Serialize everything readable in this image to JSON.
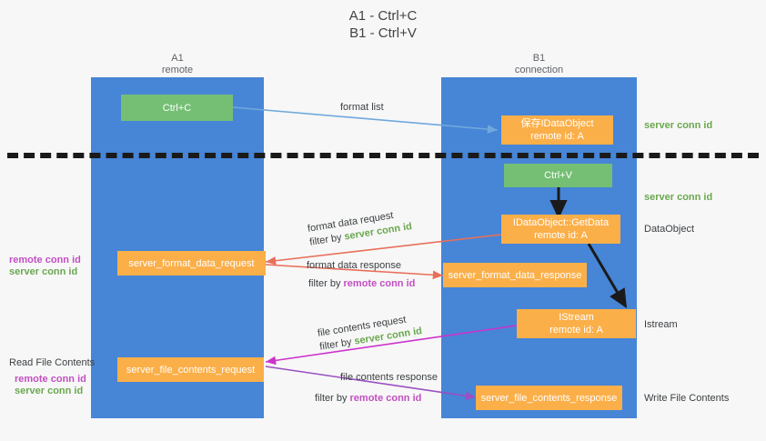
{
  "title": "A1 - Ctrl+C\nB1 - Ctrl+V",
  "columns": {
    "left": {
      "name": "A1",
      "sub": "remote",
      "label": "A1\nremote"
    },
    "right": {
      "name": "B1",
      "sub": "connection",
      "label": "B1\nconnection"
    }
  },
  "colors": {
    "lane": "#4785d6",
    "box_orange": "#fbaf49",
    "box_green": "#74bf74",
    "server_conn_id": "#6aa84f",
    "remote_conn_id": "#c24fc2",
    "arrow_blue": "#6fa8dc",
    "arrow_red": "#e8705a",
    "arrow_magenta": "#cc33cc",
    "arrow_purple": "#9a4fc2",
    "arrow_black": "#1a1a1a",
    "divider": "#1a1a1a"
  },
  "boxes": {
    "ctrl_c": {
      "label": "Ctrl+C",
      "kind": "green"
    },
    "ctrl_v": {
      "label": "Ctrl+V",
      "kind": "green"
    },
    "set_dataobject": {
      "label": "保存IDataObject\nremote id: A",
      "kind": "orange"
    },
    "get_data": {
      "label": "IDataObject::GetData\nremote id: A",
      "kind": "orange"
    },
    "istream": {
      "label": "IStream\nremote id: A",
      "kind": "orange"
    },
    "server_format_data_request": {
      "label": "server_format_data_request",
      "kind": "orange"
    },
    "server_format_data_response": {
      "label": "server_format_data_response",
      "kind": "orange"
    },
    "server_file_contents_request": {
      "label": "server_file_contents_request",
      "kind": "orange"
    },
    "server_file_contents_response": {
      "label": "server_file_contents_response",
      "kind": "orange"
    }
  },
  "side_notes": {
    "right_top_server": "server conn id",
    "right_paste_server": "server conn id",
    "right_dataobject": "DataObject",
    "right_istream": "Istream",
    "right_write_file": "Write File Contents",
    "left_format_remote": "remote conn id",
    "left_format_server": "server conn id",
    "left_read_file": "Read File Contents",
    "left_file_remote": "remote conn id",
    "left_file_server": "server conn id"
  },
  "edge_labels": {
    "format_list": "format list",
    "format_data_request": {
      "line1": "format data request",
      "line2_prefix": "filter by ",
      "line2_value": "server conn id",
      "line2_color": "server"
    },
    "format_data_response": {
      "line1": "format data response",
      "line2_prefix": "filter by ",
      "line2_value": "remote conn id",
      "line2_color": "remote"
    },
    "file_contents_request": {
      "line1": "file contents request",
      "line2_prefix": "filter by ",
      "line2_value": "server conn id",
      "line2_color": "server"
    },
    "file_contents_response": {
      "line1": "file contents response",
      "line2_prefix": "filter by ",
      "line2_value": "remote conn id",
      "line2_color": "remote"
    }
  }
}
